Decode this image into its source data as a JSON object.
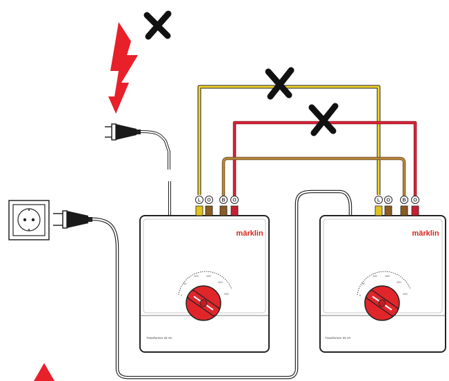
{
  "transformers": [
    {
      "brand": "märklin",
      "model": "Transformer 32 VA",
      "terminals": [
        "L",
        "O",
        "B",
        "O"
      ],
      "dial_scale": [
        "0",
        "50",
        "100",
        "150",
        "200",
        "250"
      ]
    },
    {
      "brand": "märklin",
      "model": "Transformer 32 VA",
      "terminals": [
        "L",
        "O",
        "B",
        "O"
      ],
      "dial_scale": [
        "0",
        "50",
        "100",
        "150",
        "200",
        "250"
      ]
    }
  ],
  "colors": {
    "yellow_wire": "#f4d630",
    "red_wire": "#d9243a",
    "brown_wire": "#b7863e",
    "x_mark": "#111111",
    "lightning": "#e8202a",
    "knob": "#e0262b",
    "brand": "#d9241c"
  },
  "icons": [
    "lightning-icon",
    "prohibited-x-icon",
    "plug-icon",
    "wall-socket-icon",
    "warning-triangle-icon"
  ]
}
